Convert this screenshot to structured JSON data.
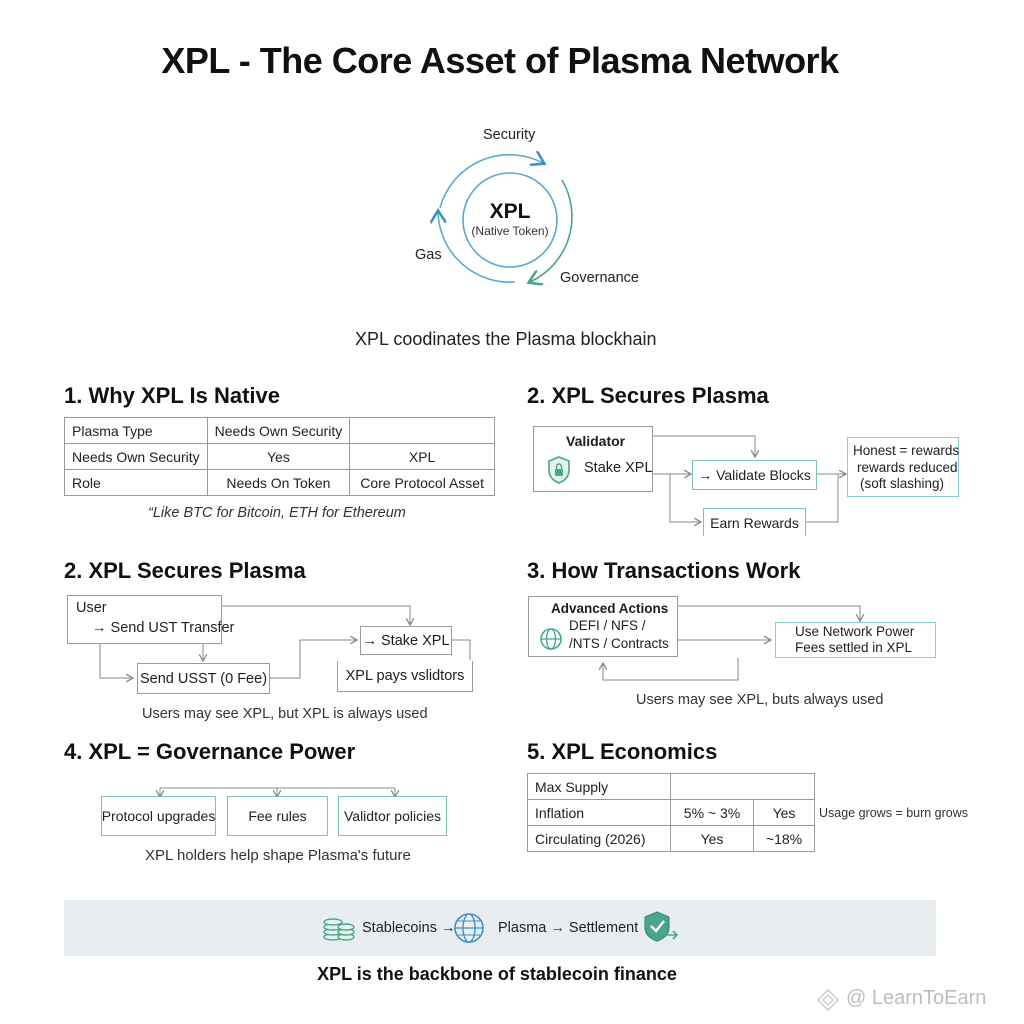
{
  "title": "XPL - The Core Asset of Plasma Network",
  "cycle": {
    "center_title": "XPL",
    "center_subtitle": "(Native Token)",
    "label_top": "Security",
    "label_left": "Gas",
    "label_right": "Governance",
    "caption": "XPL coodinates the Plasma blockhain"
  },
  "s1": {
    "heading": "1. Why XPL Is Native",
    "rows": [
      [
        "Plasma Type",
        "Needs Own Security",
        ""
      ],
      [
        "Needs Own Security",
        "Yes",
        "XPL"
      ],
      [
        "Role",
        "Needs On Token",
        "Core Protocol Asset"
      ]
    ],
    "note": "“Like BTC for Bitcoin, ETH for Ethereum"
  },
  "s2a": {
    "heading": "2. XPL Secures Plasma",
    "validator": "Validator",
    "stake": "Stake XPL",
    "validate": "→ Validate Blocks",
    "earn": "Earn Rewards",
    "outcome_1": "Honest = rewards",
    "outcome_2": "rewards reduced",
    "outcome_3": "(soft slashing)"
  },
  "s2b": {
    "heading": "2. XPL Secures Plasma",
    "user": "User",
    "send_ust": "→ Send UST Transfer",
    "send_usst": "Send USST (0 Fee)",
    "stake": "→ Stake XPL",
    "pays": "XPL pays vslidtors",
    "note": "Users may see XPL, but XPL is always used"
  },
  "s3": {
    "heading": "3. How Transactions Work",
    "adv_title": "Advanced Actions",
    "adv_line1": "DEFI / NFS /",
    "adv_line2": "/NTS / Contracts",
    "power_line1": "Use Network Power",
    "power_line2": "Fees settled in XPL",
    "note": "Users may see XPL, buts always used"
  },
  "s4": {
    "heading": "4. XPL = Governance Power",
    "boxes": [
      "Protocol upgrades",
      "Fee rules",
      "Validtor policies"
    ],
    "note": "XPL holders help shape Plasma's future"
  },
  "s5": {
    "heading": "5. XPL Economics",
    "rows": [
      [
        "Max Supply",
        "",
        ""
      ],
      [
        "Inflation",
        "5% ~ 3%",
        "Yes"
      ],
      [
        "Circulating (2026)",
        "Yes",
        "~18%"
      ]
    ],
    "side_note": "Usage grows = burn grows"
  },
  "banner": {
    "stablecoins": "Stablecoins →",
    "plasma": "Plasma → Settlement"
  },
  "footer": "XPL is the backbone of stablecoin finance",
  "watermark": "@ LearnToEarn",
  "colors": {
    "teal": "#4aa58a",
    "blue": "#3f8fc4",
    "green_border": "#7fc3ad",
    "blue_border": "#8ccad6",
    "banner": "#e8eef0"
  }
}
